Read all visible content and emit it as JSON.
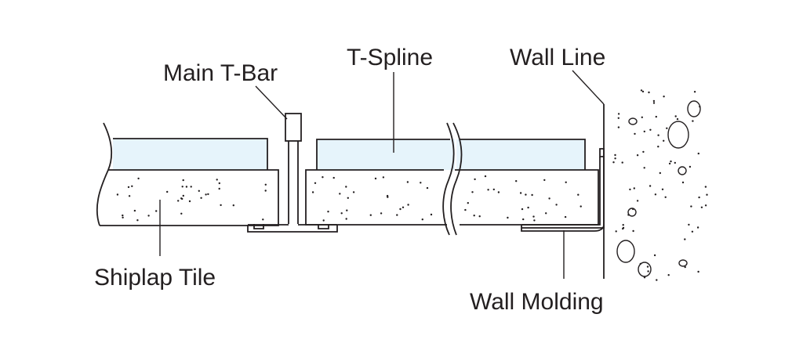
{
  "labels": {
    "main_tbar": "Main T-Bar",
    "t_spline": "T-Spline",
    "wall_line": "Wall Line",
    "shiplap_tile": "Shiplap Tile",
    "wall_molding": "Wall Molding"
  },
  "colors": {
    "line": "#231f20",
    "tile_top": "#e6f4fb",
    "tile_body": "#ffffff"
  }
}
